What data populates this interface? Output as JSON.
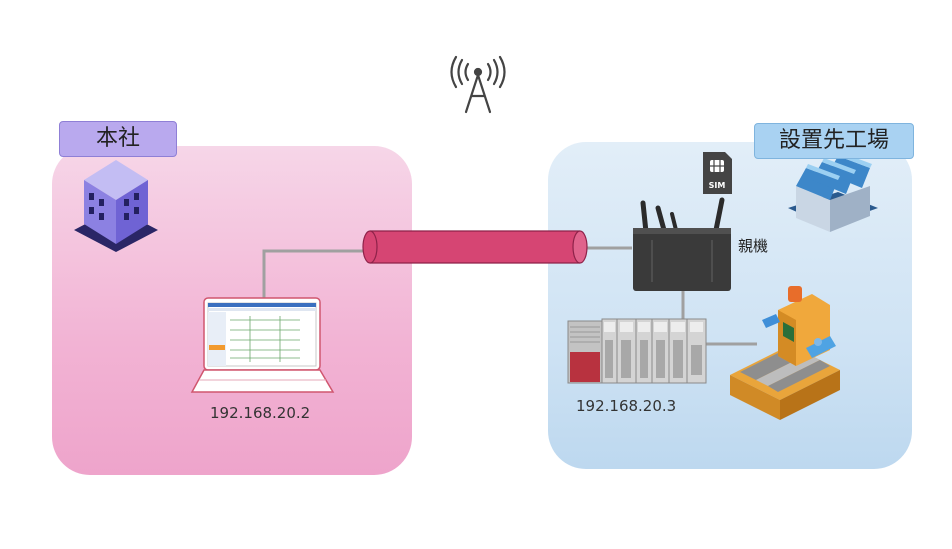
{
  "headquarters": {
    "label": "本社",
    "pc_ip": "192.168.20.2"
  },
  "site": {
    "label": "設置先工場",
    "plc_ip": "192.168.20.3",
    "router_label": "親機"
  },
  "sim_card": {
    "text": "SIM"
  },
  "icons": [
    "antenna-tower-icon",
    "office-building-icon",
    "factory-icon",
    "sim-card-icon",
    "laptop-icon",
    "router-icon",
    "plc-icon",
    "machining-center-icon"
  ],
  "colors": {
    "hq_zone": "#f2b3d4",
    "site_zone": "#cfe3f4",
    "hq_label_bg": "#b9a9ee",
    "site_label_bg": "#a9d2f2",
    "vpn_tunnel": "#d64573",
    "cable": "#a0a0a0"
  }
}
